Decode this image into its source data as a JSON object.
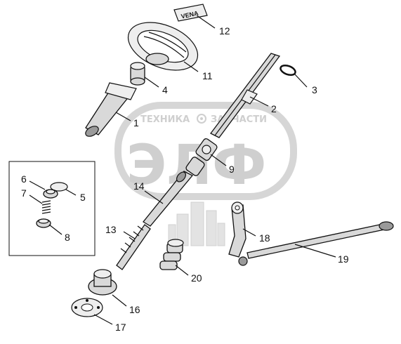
{
  "watermark": {
    "top_left": "ТЕХНИКА",
    "top_right": "ЗАПЧАСТИ",
    "center": "ЭЛФ"
  },
  "logo_badge_text": "VENA",
  "callouts": [
    "1",
    "2",
    "3",
    "4",
    "5",
    "6",
    "7",
    "8",
    "9",
    "11",
    "12",
    "13",
    "14",
    "16",
    "17",
    "18",
    "19",
    "20"
  ]
}
